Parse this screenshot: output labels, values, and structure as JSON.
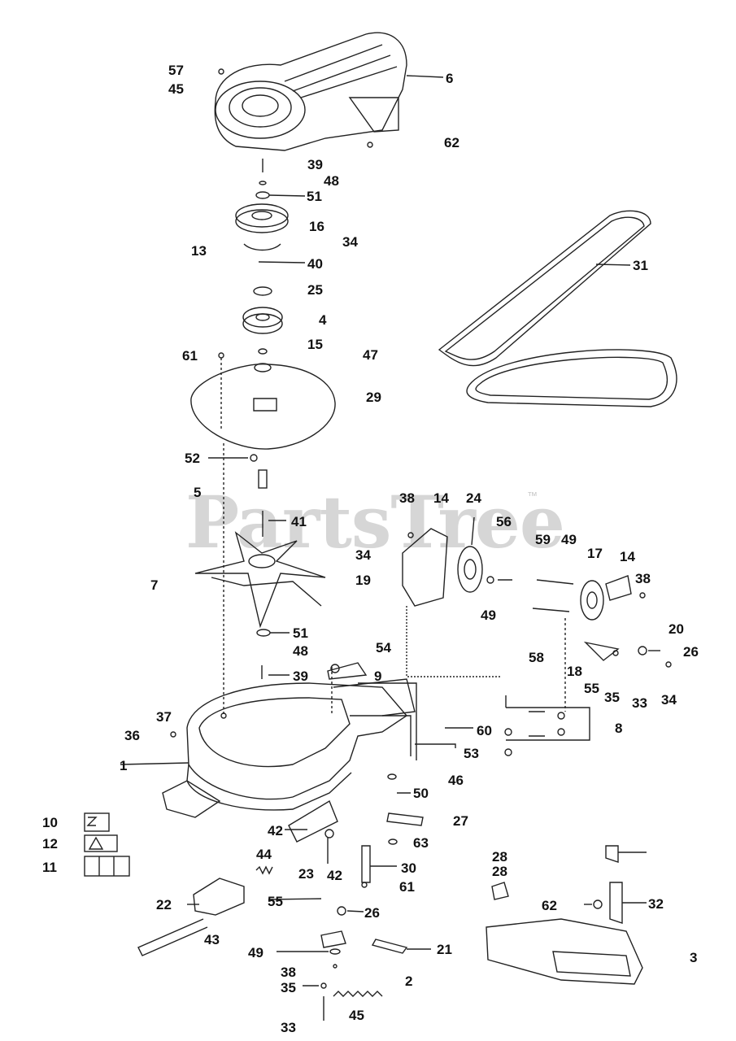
{
  "watermark": {
    "brand": "PartsTree",
    "trademark": "™"
  },
  "callouts": [
    "57",
    "45",
    "6",
    "62",
    "39",
    "48",
    "51",
    "16",
    "34",
    "13",
    "40",
    "31",
    "25",
    "4",
    "15",
    "47",
    "61",
    "29",
    "52",
    "5",
    "38",
    "14",
    "24",
    "56",
    "41",
    "59",
    "49",
    "17",
    "14",
    "38",
    "34",
    "7",
    "19",
    "49",
    "20",
    "51",
    "48",
    "54",
    "58",
    "26",
    "39",
    "9",
    "18",
    "55",
    "35",
    "33",
    "34",
    "37",
    "36",
    "60",
    "8",
    "53",
    "1",
    "46",
    "50",
    "10",
    "27",
    "12",
    "42",
    "63",
    "44",
    "28",
    "11",
    "23",
    "42",
    "30",
    "61",
    "28",
    "22",
    "55",
    "62",
    "32",
    "26",
    "43",
    "21",
    "49",
    "3",
    "38",
    "2",
    "35",
    "45",
    "33"
  ]
}
